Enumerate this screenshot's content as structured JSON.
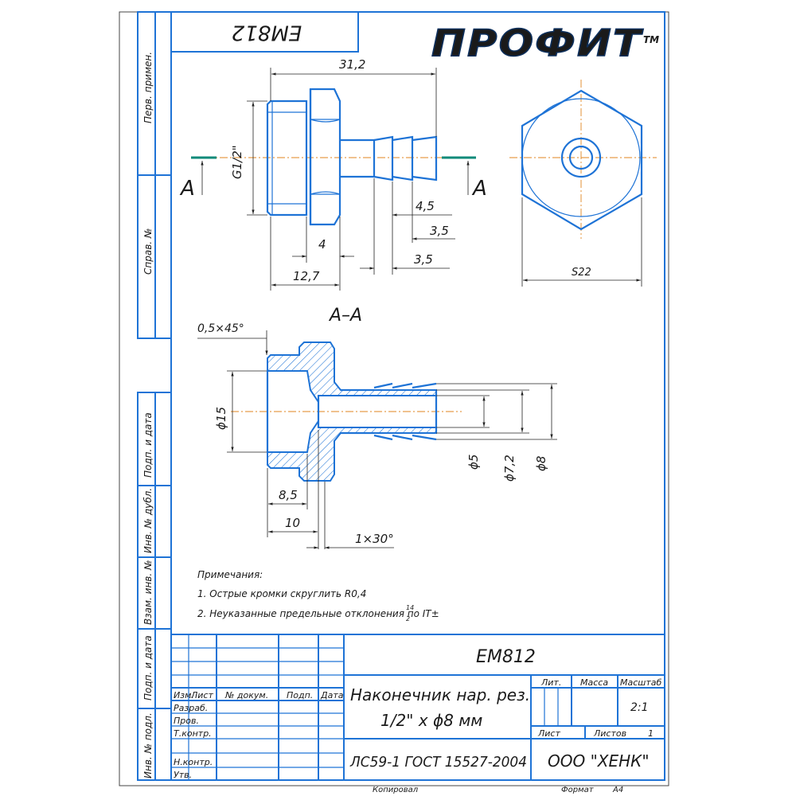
{
  "side_labels": [
    "Перв. примен.",
    "Справ. №",
    "Подп. и дата",
    "Инв. № дубл.",
    "Взам. инв. №",
    "Подп. и дата",
    "Инв. № подл."
  ],
  "mirrored_code": "EM812",
  "logo": {
    "text": "ПРОФИТ",
    "tm": "TM",
    "color": "#1a4f8f"
  },
  "views": {
    "section_mark": "A",
    "section_title": "A–A",
    "front_dims": {
      "overall": "31,2",
      "thread": "G1/2\"",
      "d4_5": "4,5",
      "d3_5a": "3,5",
      "d4": "4",
      "d3_5b": "3,5",
      "d12_7": "12,7"
    },
    "hex_dim": "S22",
    "section_dims": {
      "chamfer": "0,5×45°",
      "d15": "ϕ15",
      "d5": "ϕ5",
      "d7_2": "ϕ7,2",
      "d8": "ϕ8",
      "d8_5": "8,5",
      "d10": "10",
      "chamfer2": "1×30°"
    }
  },
  "notes": {
    "title": "Примечания:",
    "line1": "1. Острые кромки скруглить R0,4",
    "line2": "2. Неуказанные предельные отклонения по IT±",
    "frac_top": "14",
    "frac_bottom": "2"
  },
  "title_block": {
    "code": "EM812",
    "headers": {
      "izm": "Изм.",
      "list": "Лист",
      "doc": "№ докум.",
      "podp": "Подп.",
      "data": "Дата"
    },
    "roles": [
      "Разраб.",
      "Пров.",
      "Т.контр.",
      "",
      "Н.контр.",
      "Утв."
    ],
    "name_line1": "Наконечник нар. рез.",
    "name_line2": "1/2\" х ϕ8 мм",
    "lit": "Лит.",
    "massa": "Масса",
    "masshtab": "Масштаб",
    "scale": "2:1",
    "list_label": "Лист",
    "listov_label": "Листов",
    "listov_value": "1",
    "material": "ЛС59-1 ГОСТ 15527-2004",
    "company": "ООО \"ХЕНК\"",
    "kopiroval": "Копировал",
    "format_label": "Формат",
    "format_value": "А4"
  }
}
